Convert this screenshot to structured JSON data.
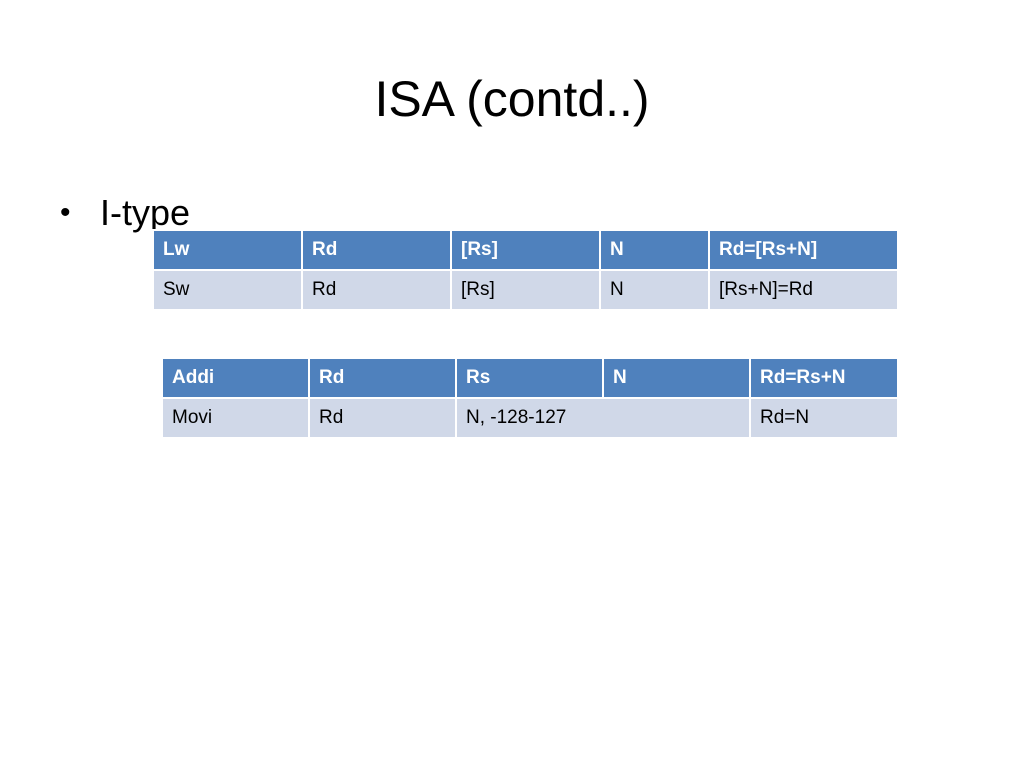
{
  "slide": {
    "title": "ISA (contd..)",
    "bullet_symbol": "•",
    "bullet_text": "I-type"
  },
  "table_1": {
    "header": [
      "Lw",
      "Rd",
      "[Rs]",
      "N",
      "Rd=[Rs+N]"
    ],
    "row": [
      "Sw",
      "Rd",
      "[Rs]",
      "N",
      "[Rs+N]=Rd"
    ]
  },
  "table_2": {
    "header": [
      "Addi",
      "Rd",
      "Rs",
      "N",
      "Rd=Rs+N"
    ],
    "row": [
      "Movi",
      "Rd",
      "N, -128-127",
      "Rd=N"
    ]
  },
  "colors": {
    "header_fill": "#4f81bd",
    "body_fill": "#d0d8e8",
    "header_text": "#ffffff"
  }
}
